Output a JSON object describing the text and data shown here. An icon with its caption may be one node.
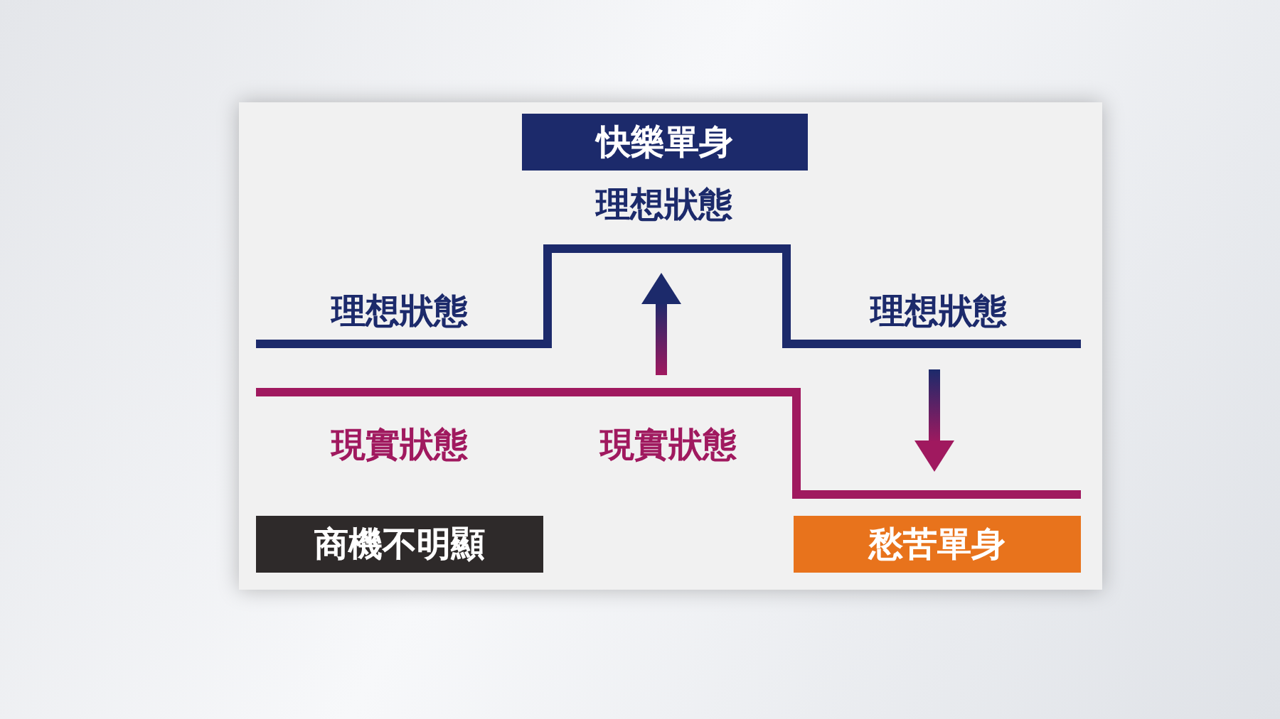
{
  "diagram": {
    "nodes": [
      {
        "text": [
          "快樂單身"
        ]
      },
      {
        "text": [
          "商機不明顯"
        ]
      },
      {
        "text": [
          "愁苦單身"
        ]
      }
    ],
    "labels": [
      "理想狀態",
      "理想狀態",
      "理想狀態",
      "現實狀態",
      "現實狀態"
    ]
  }
}
